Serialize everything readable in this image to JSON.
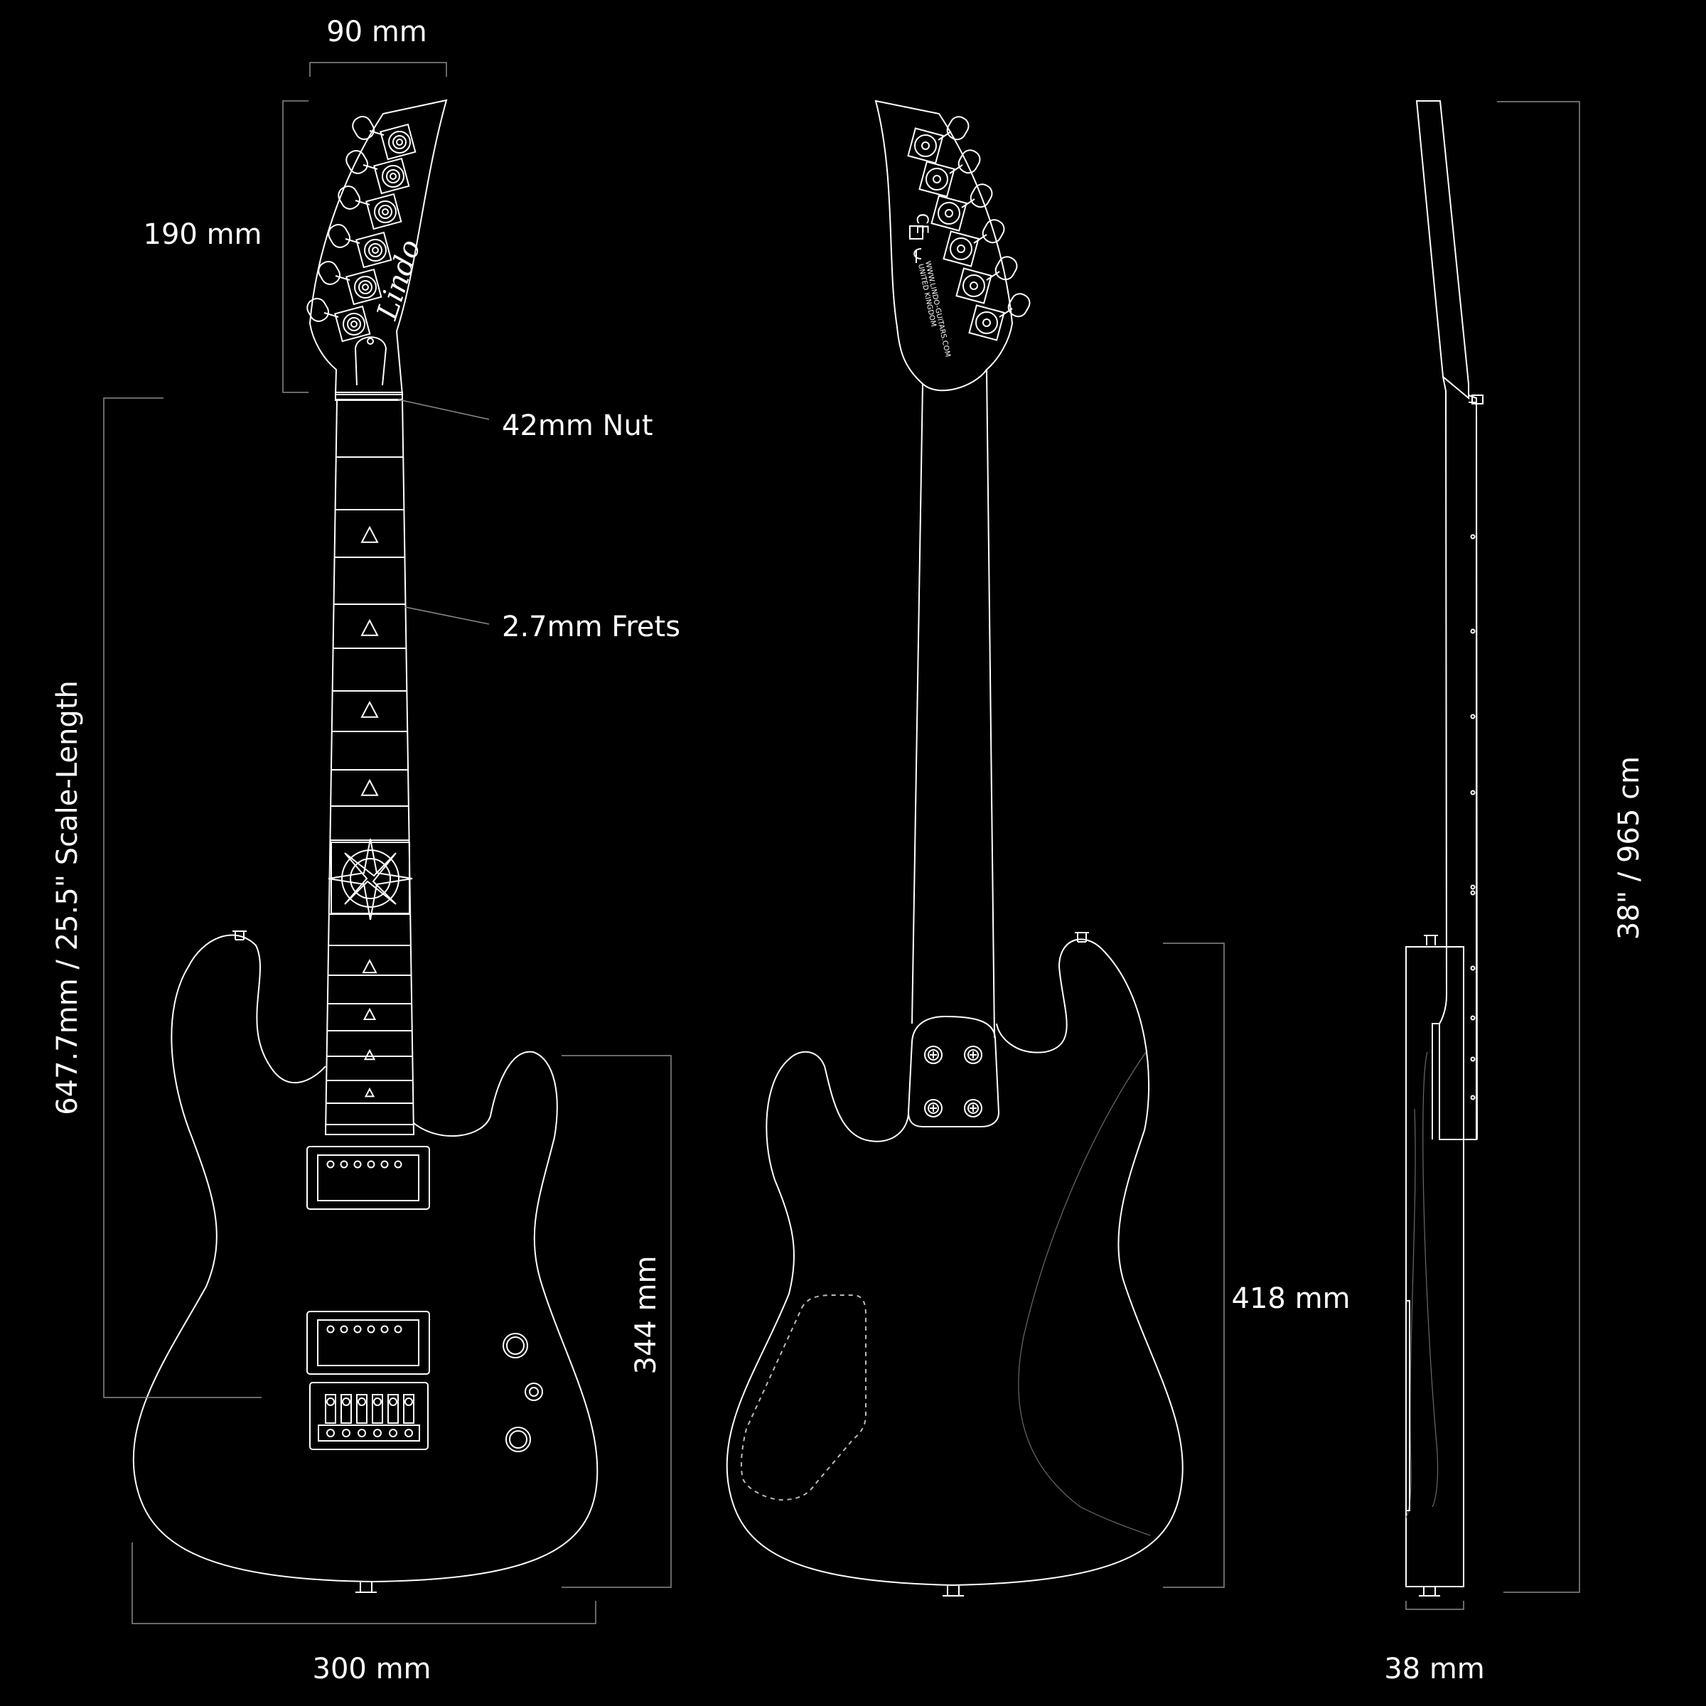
{
  "dimensions": {
    "headstock_width": "90 mm",
    "headstock_length": "190 mm",
    "nut": "42mm Nut",
    "frets": "2.7mm Frets",
    "scale_length": "647.7mm / 25.5\" Scale-Length",
    "body_length_front": "344 mm",
    "body_width": "300 mm",
    "body_length_back": "418 mm",
    "total_length": "38\" / 965 cm",
    "body_depth": "38 mm"
  },
  "headstock_logo": "Lindo",
  "colors": {
    "background": "#000000",
    "line": "#ffffff",
    "dimension_line": "#8a8a8a"
  }
}
